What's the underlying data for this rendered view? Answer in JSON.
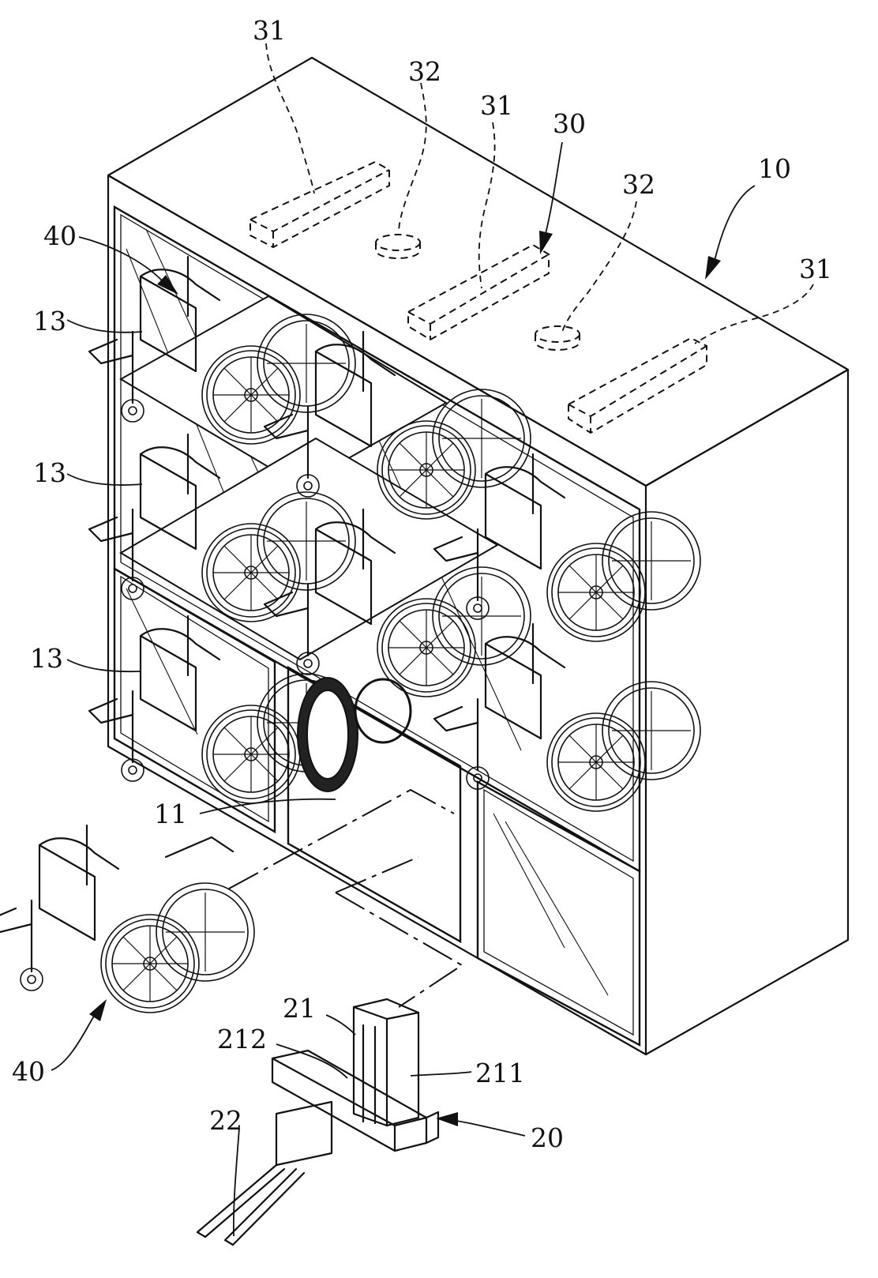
{
  "labels": {
    "cabinet": "10",
    "access_opening": "11",
    "storage_compartment": "13",
    "lifting_device": "20",
    "column": "21",
    "column_body": "211",
    "column_slot": "212",
    "fork": "22",
    "control_unit": "30",
    "sensor": "31",
    "detector": "32",
    "wheelchair": "40"
  }
}
